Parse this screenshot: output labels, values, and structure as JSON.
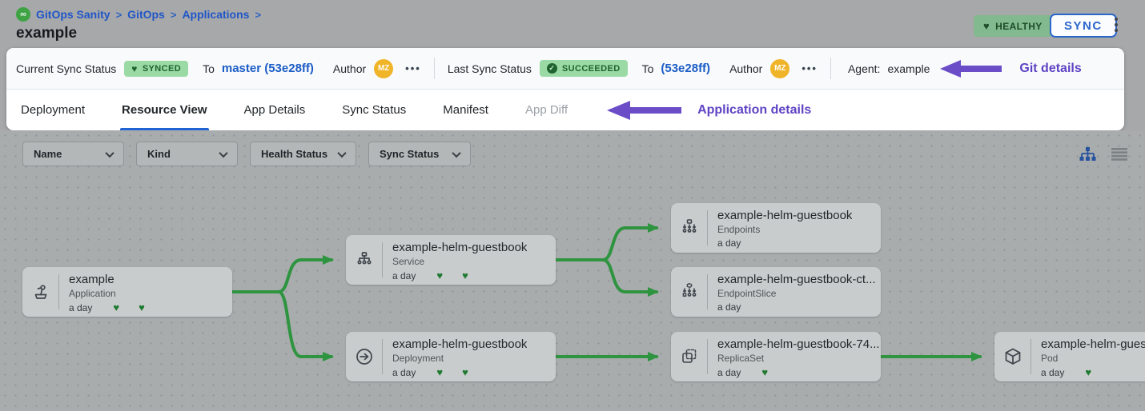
{
  "breadcrumb": {
    "items": [
      "GitOps Sanity",
      "GitOps",
      "Applications"
    ],
    "separator": ">"
  },
  "page_title": "example",
  "header": {
    "health_badge": "HEALTHY",
    "sync_button": "SYNC"
  },
  "sync_bar": {
    "current": {
      "label": "Current Sync Status",
      "status": "SYNCED",
      "to_label": "To",
      "target": "master (53e28ff)",
      "author_label": "Author",
      "author_initials": "MZ",
      "menu": "•••"
    },
    "last": {
      "label": "Last Sync Status",
      "status": "SUCCEEDED",
      "to_label": "To",
      "target": "(53e28ff)",
      "author_label": "Author",
      "author_initials": "MZ",
      "menu": "•••"
    },
    "agent": {
      "label": "Agent:",
      "value": "example"
    },
    "annotation": "Git details"
  },
  "tabs": {
    "items": [
      {
        "label": "Deployment"
      },
      {
        "label": "Resource View"
      },
      {
        "label": "App Details"
      },
      {
        "label": "Sync Status"
      },
      {
        "label": "Manifest"
      },
      {
        "label": "App Diff"
      }
    ],
    "active": "Resource View",
    "annotation": "Application details"
  },
  "filters": [
    {
      "label": "Name"
    },
    {
      "label": "Kind"
    },
    {
      "label": "Health Status"
    },
    {
      "label": "Sync Status"
    }
  ],
  "colors": {
    "accent_blue": "#1f64d2",
    "link_blue": "#1b5cc6",
    "edge_green": "#2e9440",
    "heart_green": "#1f7a31",
    "badge_green_bg": "#9bdaa5",
    "annotation_purple": "#5f43c4",
    "avatar_yellow": "#f0b429"
  },
  "nodes": [
    {
      "title": "example",
      "kind": "Application",
      "age": "a day",
      "hearts": 2
    },
    {
      "title": "example-helm-guestbook",
      "kind": "Service",
      "age": "a day",
      "hearts": 2
    },
    {
      "title": "example-helm-guestbook",
      "kind": "Deployment",
      "age": "a day",
      "hearts": 2
    },
    {
      "title": "example-helm-guestbook",
      "kind": "Endpoints",
      "age": "a day",
      "hearts": 0
    },
    {
      "title": "example-helm-guestbook-ct...",
      "kind": "EndpointSlice",
      "age": "a day",
      "hearts": 0
    },
    {
      "title": "example-helm-guestbook-74...",
      "kind": "ReplicaSet",
      "age": "a day",
      "hearts": 1
    },
    {
      "title": "example-helm-guest",
      "kind": "Pod",
      "age": "a day",
      "hearts": 1
    }
  ]
}
